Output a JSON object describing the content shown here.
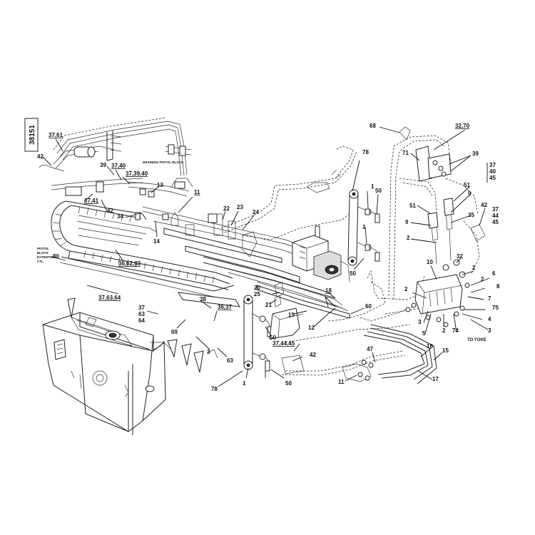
{
  "drawing_number": "38151",
  "annotations": {
    "drain_block": "DRAINING PIOTOL BLOCK",
    "pilot_block_1": "PIOTOL",
    "pilot_block_2": "BLOCK",
    "pilot_block_3": "EXTENTION",
    "pilot_block_4": "CTL",
    "to_yoke": "TO YOKE"
  },
  "labels": [
    {
      "id": "l_37_61",
      "text": "37,61",
      "underline": true
    },
    {
      "id": "l_42_a",
      "text": "42"
    },
    {
      "id": "l_39_a",
      "text": "39"
    },
    {
      "id": "l_37_40",
      "text": "37,40",
      "underline": true
    },
    {
      "id": "l_37_39_40",
      "text": "37,39,40",
      "underline": true
    },
    {
      "id": "l_13",
      "text": "13"
    },
    {
      "id": "l_11",
      "text": "11",
      "underline": true
    },
    {
      "id": "l_37_41",
      "text": "37,41",
      "underline": true
    },
    {
      "id": "l_42_b",
      "text": "42"
    },
    {
      "id": "l_34",
      "text": "34"
    },
    {
      "id": "l_14",
      "text": "14"
    },
    {
      "id": "l_22",
      "text": "22"
    },
    {
      "id": "l_23",
      "text": "23"
    },
    {
      "id": "l_24",
      "text": "24"
    },
    {
      "id": "l_80",
      "text": "80"
    },
    {
      "id": "l_36_62_63",
      "text": "36,62,63",
      "underline": true
    },
    {
      "id": "l_37_63_64",
      "text": "37,63,64",
      "underline": true
    },
    {
      "id": "l_37_b",
      "text": "37"
    },
    {
      "id": "l_63_b",
      "text": "63"
    },
    {
      "id": "l_64_b",
      "text": "64"
    },
    {
      "id": "l_38",
      "text": "38"
    },
    {
      "id": "l_36_37",
      "text": "36,37",
      "underline": true
    },
    {
      "id": "l_69",
      "text": "69"
    },
    {
      "id": "l_3_a",
      "text": "3"
    },
    {
      "id": "l_63_c",
      "text": "63"
    },
    {
      "id": "l_78_a",
      "text": "78"
    },
    {
      "id": "l_1_a",
      "text": "1"
    },
    {
      "id": "l_50_a",
      "text": "50"
    },
    {
      "id": "l_1_b",
      "text": "1"
    },
    {
      "id": "l_50_b",
      "text": "50"
    },
    {
      "id": "l_20_25",
      "text": "20\n25"
    },
    {
      "id": "l_21",
      "text": "21"
    },
    {
      "id": "l_18",
      "text": "18",
      "underline": true
    },
    {
      "id": "l_19",
      "text": "19"
    },
    {
      "id": "l_12",
      "text": "12"
    },
    {
      "id": "l_60",
      "text": "60"
    },
    {
      "id": "l_50_c",
      "text": "50"
    },
    {
      "id": "l_37_44_45",
      "text": "37,44,45",
      "underline": true
    },
    {
      "id": "l_42_c",
      "text": "42"
    },
    {
      "id": "l_50_d",
      "text": "50"
    },
    {
      "id": "l_78_b",
      "text": "78"
    },
    {
      "id": "l_1_c",
      "text": "1"
    },
    {
      "id": "l_68",
      "text": "68"
    },
    {
      "id": "l_32_70",
      "text": "32,70",
      "underline": true
    },
    {
      "id": "l_71",
      "text": "71"
    },
    {
      "id": "l_39_b",
      "text": "39"
    },
    {
      "id": "l_37_40_45",
      "text": "37\n40\n45"
    },
    {
      "id": "l_51_a",
      "text": "51"
    },
    {
      "id": "l_51_b",
      "text": "51"
    },
    {
      "id": "l_9_a",
      "text": "9"
    },
    {
      "id": "l_9_b",
      "text": "9"
    },
    {
      "id": "l_35",
      "text": "35"
    },
    {
      "id": "l_42_d",
      "text": "42"
    },
    {
      "id": "l_37_44_45_b",
      "text": "37\n44\n45"
    },
    {
      "id": "l_2_a",
      "text": "2"
    },
    {
      "id": "l_10",
      "text": "10"
    },
    {
      "id": "l_32",
      "text": "32"
    },
    {
      "id": "l_2_b",
      "text": "2"
    },
    {
      "id": "l_2_c",
      "text": "2"
    },
    {
      "id": "l_6",
      "text": "6"
    },
    {
      "id": "l_8",
      "text": "8"
    },
    {
      "id": "l_7",
      "text": "7"
    },
    {
      "id": "l_75",
      "text": "75"
    },
    {
      "id": "l_2_d",
      "text": "2"
    },
    {
      "id": "l_4",
      "text": "4"
    },
    {
      "id": "l_3_b",
      "text": "3"
    },
    {
      "id": "l_5",
      "text": "5"
    },
    {
      "id": "l_2_e",
      "text": "2"
    },
    {
      "id": "l_74",
      "text": "74"
    },
    {
      "id": "l_3_c",
      "text": "3"
    },
    {
      "id": "l_47",
      "text": "47"
    },
    {
      "id": "l_16",
      "text": "16"
    },
    {
      "id": "l_15",
      "text": "15"
    },
    {
      "id": "l_11_b",
      "text": "11"
    },
    {
      "id": "l_17",
      "text": "17"
    }
  ]
}
